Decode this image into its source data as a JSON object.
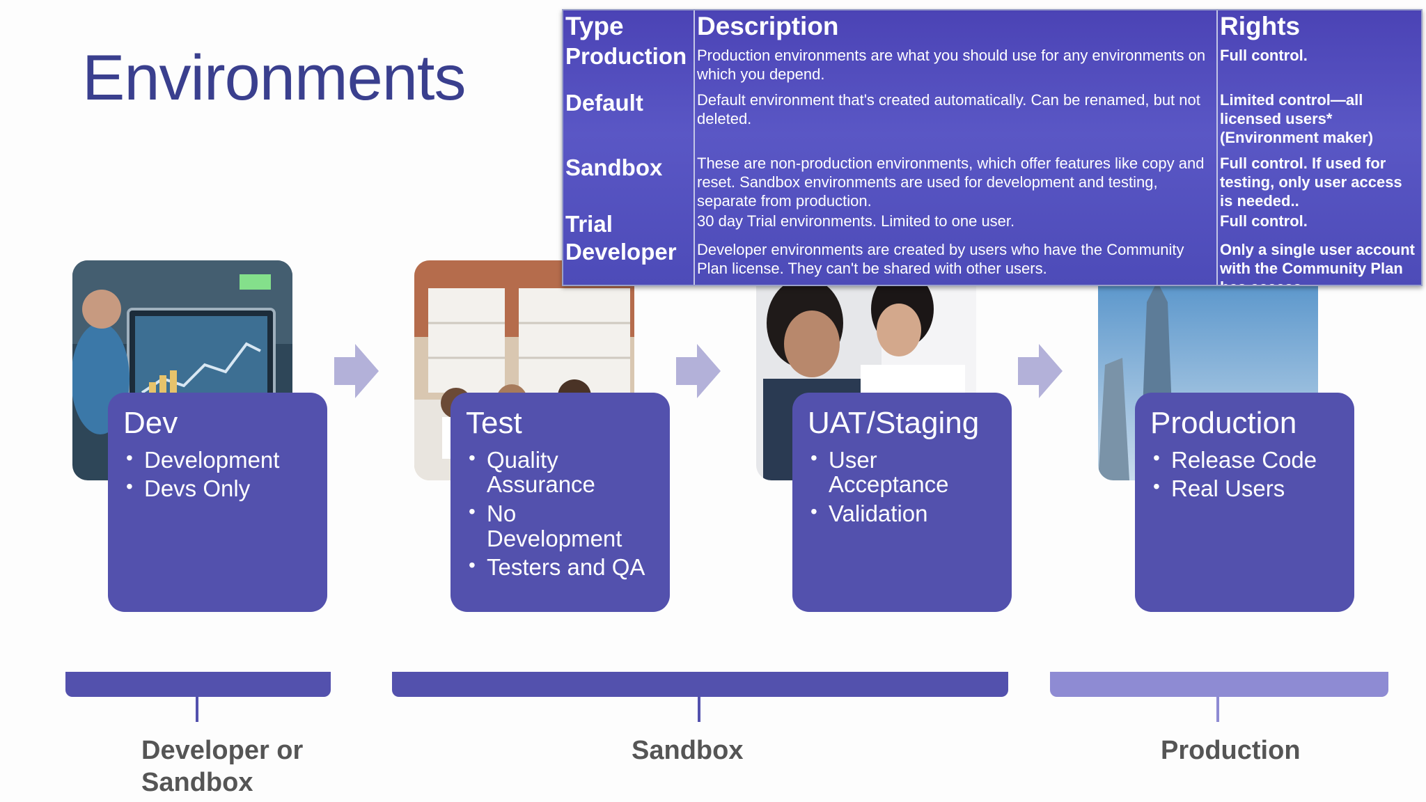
{
  "slide": {
    "title": "Environments"
  },
  "table": {
    "headers": {
      "type": "Type",
      "description": "Description",
      "rights": "Rights"
    },
    "rows": [
      {
        "type": "Production",
        "description": "Production environments are what you should use for any environments on which you depend.",
        "rights": "Full control."
      },
      {
        "type": "Default",
        "description": "Default environment that's created automatically. Can be renamed, but not deleted.",
        "rights": "Limited control—all licensed users* (Environment maker)"
      },
      {
        "type": "Sandbox",
        "description": "These are non-production environments, which offer features like copy and reset. Sandbox environments are used for development and testing, separate from production.",
        "rights": "Full control. If used for testing, only user access is needed.."
      },
      {
        "type": "Trial",
        "description": "30 day Trial environments. Limited to one user.",
        "rights": "Full control."
      },
      {
        "type": "Developer",
        "description": "Developer environments are created by users who have the Community Plan license. They can't be shared with other users.",
        "rights": "Only a single user account with the Community Plan has access."
      }
    ]
  },
  "stages": [
    {
      "title": "Dev",
      "bullets": [
        "Development",
        "Devs Only"
      ]
    },
    {
      "title": "Test",
      "bullets": [
        "Quality Assurance",
        "No Development",
        "Testers and QA"
      ]
    },
    {
      "title": "UAT/Staging",
      "bullets": [
        "User Acceptance",
        "Validation"
      ]
    },
    {
      "title": "Production",
      "bullets": [
        "Release Code",
        "Real Users"
      ]
    }
  ],
  "groups": [
    {
      "label": "Developer or Sandbox"
    },
    {
      "label": "Sandbox"
    },
    {
      "label": "Production"
    }
  ],
  "colors": {
    "title": "#3a3f8e",
    "card": "#5351ad",
    "bracket_dark": "#5351ad",
    "bracket_light": "#8e8bd3",
    "arrow": "#b3b1d9"
  }
}
